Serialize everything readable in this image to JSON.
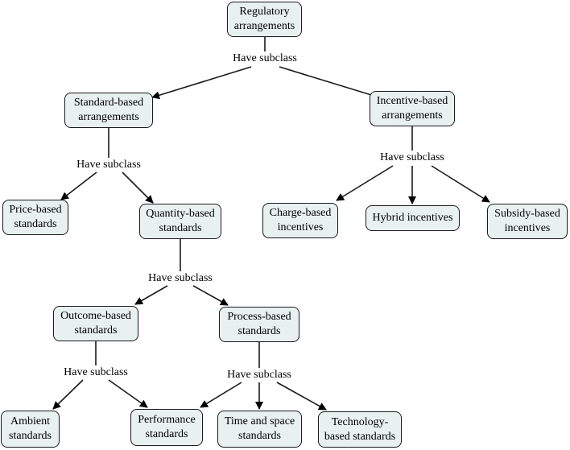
{
  "relation_label": "Have subclass",
  "colors": {
    "node_fill": "#e8f1ef",
    "stroke": "#1a1a1a",
    "background": "#ffffff"
  },
  "nodes": {
    "regulatory": [
      "Regulatory",
      "arrangements"
    ],
    "standard_based": [
      "Standard-based",
      "arrangements"
    ],
    "incentive_based": [
      "Incentive-based",
      "arrangements"
    ],
    "price_based": [
      "Price-based",
      "standards"
    ],
    "quantity_based": [
      "Quantity-based",
      "standards"
    ],
    "charge_based": [
      "Charge-based",
      "incentives"
    ],
    "hybrid": [
      "Hybrid incentives"
    ],
    "subsidy_based": [
      "Subsidy-based",
      "incentives"
    ],
    "outcome_based": [
      "Outcome-based",
      "standards"
    ],
    "process_based": [
      "Process-based",
      "standards"
    ],
    "ambient": [
      "Ambient",
      "standards"
    ],
    "performance": [
      "Performance",
      "standards"
    ],
    "time_space": [
      "Time and space",
      "standards"
    ],
    "technology": [
      "Technology-",
      "based standards"
    ]
  }
}
